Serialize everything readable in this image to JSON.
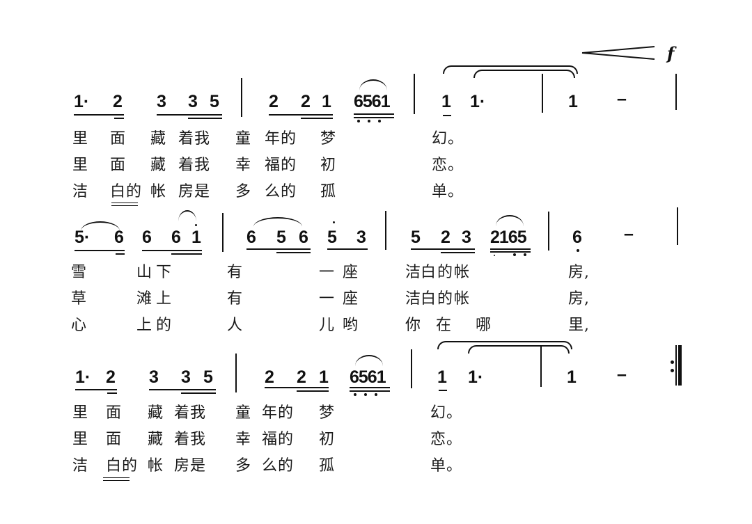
{
  "score": {
    "dynamic_mark": "f",
    "systems": [
      {
        "notes": [
          "1·",
          "2",
          "3",
          "3",
          "5",
          "2",
          "2",
          "1",
          "6561",
          "1",
          "1·",
          "1",
          "–"
        ],
        "lyrics": [
          [
            "里",
            "面",
            "藏",
            "着我",
            "童",
            "年的",
            "梦",
            "幻。"
          ],
          [
            "里",
            "面",
            "藏",
            "着我",
            "幸",
            "福的",
            "初",
            "恋。"
          ],
          [
            "洁",
            "白的",
            "帐",
            "房是",
            "多",
            "么的",
            "孤",
            "单。"
          ]
        ]
      },
      {
        "notes": [
          "5·",
          "6",
          "6",
          "6",
          "1",
          "6",
          "5",
          "6",
          "5",
          "3",
          "5",
          "2",
          "3",
          "2165",
          "6",
          "–"
        ],
        "lyrics": [
          [
            "雪",
            "山下",
            "有",
            "一座",
            "洁",
            "白的帐",
            "房,"
          ],
          [
            "草",
            "滩上",
            "有",
            "一座",
            "洁",
            "白的帐",
            "房,"
          ],
          [
            "心",
            "上的",
            "人",
            "儿哟",
            "你",
            "在 哪",
            "里,"
          ]
        ]
      },
      {
        "notes": [
          "1·",
          "2",
          "3",
          "3",
          "5",
          "2",
          "2",
          "1",
          "6561",
          "1",
          "1·",
          "1",
          "–"
        ],
        "lyrics": [
          [
            "里",
            "面",
            "藏",
            "着我",
            "童",
            "年的",
            "梦",
            "幻。"
          ],
          [
            "里",
            "面",
            "藏",
            "着我",
            "幸",
            "福的",
            "初",
            "恋。"
          ],
          [
            "洁",
            "白的",
            "帐",
            "房是",
            "多",
            "么的",
            "孤",
            "单。"
          ]
        ]
      }
    ]
  }
}
